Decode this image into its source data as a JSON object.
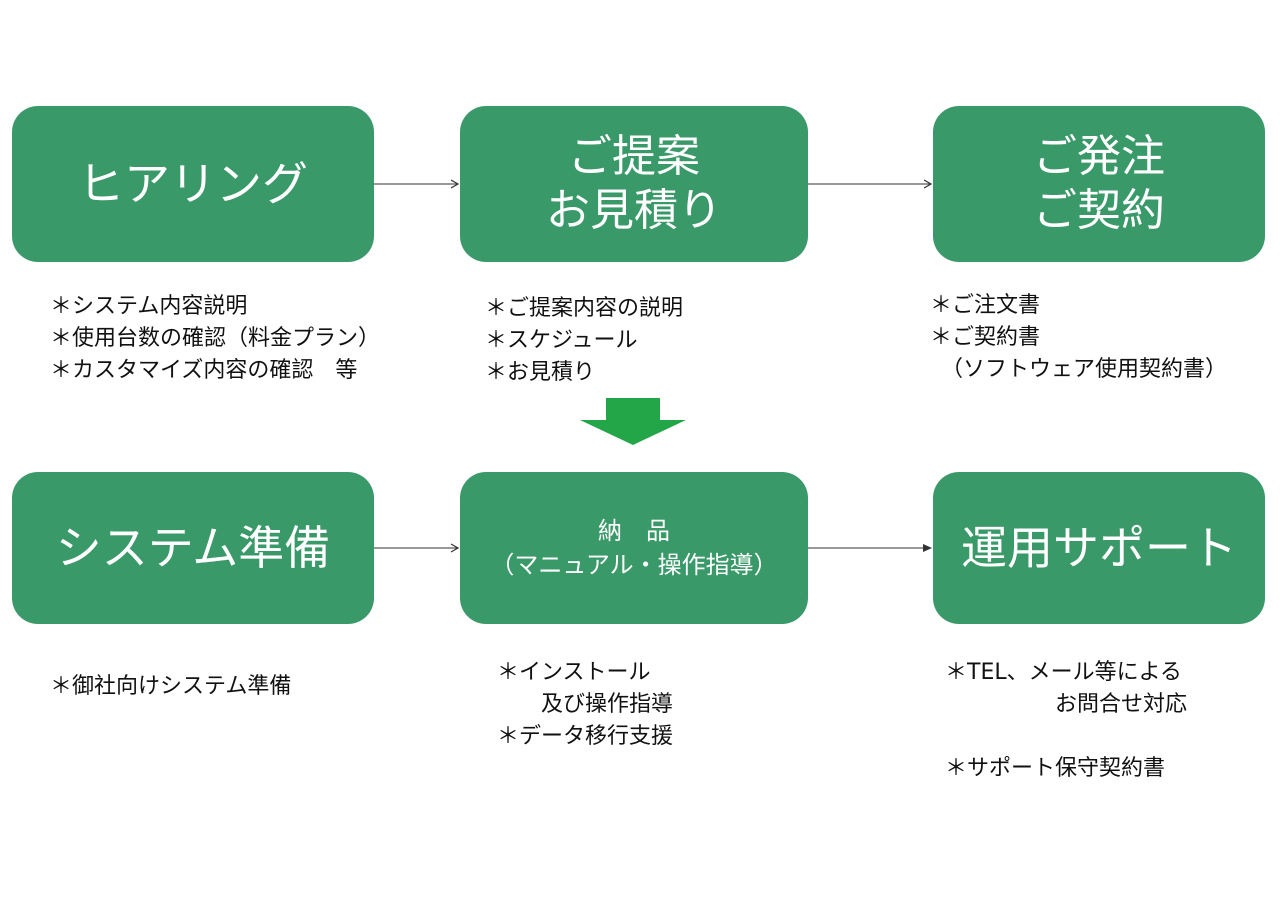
{
  "steps": [
    {
      "lines": [
        "ヒアリング"
      ]
    },
    {
      "lines": [
        "ご提案",
        "お見積り"
      ]
    },
    {
      "lines": [
        "ご発注",
        "ご契約"
      ]
    },
    {
      "lines": [
        "システム準備"
      ]
    },
    {
      "lines": [
        "納　品",
        "（マニュアル・操作指導）"
      ]
    },
    {
      "lines": [
        "運用サポート"
      ]
    }
  ],
  "notes": {
    "hearing": [
      "＊システム内容説明",
      "＊使用台数の確認（料金プラン）",
      "＊カスタマイズ内容の確認　等"
    ],
    "proposal": [
      "＊ご提案内容の説明",
      "＊スケジュール",
      "＊お見積り"
    ],
    "order": [
      "＊ご注文書",
      "＊ご契約書",
      "　（ソフトウェア使用契約書）"
    ],
    "system": [
      "＊御社向けシステム準備"
    ],
    "delivery": [
      "＊インストール",
      "　　及び操作指導",
      "＊データ移行支援"
    ],
    "support": [
      "＊TEL、メール等による",
      "　　　　　お問合せ対応",
      "",
      "＊サポート保守契約書"
    ]
  },
  "colors": {
    "box": "#3a9968",
    "box_text": "#ffffff",
    "down_arrow": "#22a647",
    "connector": "#333333"
  }
}
